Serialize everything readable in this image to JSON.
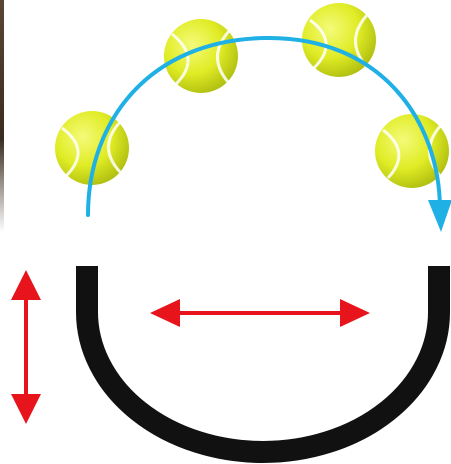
{
  "diagram": {
    "background": "#ffffff",
    "edge_color": "#4a3828",
    "colors": {
      "ball_fill": "#e3ef2a",
      "ball_shade": "#b9c914",
      "ball_seam": "#ffffff",
      "trajectory": "#1fb0e6",
      "half_pipe": "#111111",
      "arrows": "#e8141b"
    },
    "elements": {
      "balls": [
        "tennis-ball",
        "tennis-ball",
        "tennis-ball",
        "tennis-ball"
      ],
      "trajectory": "curved-arrow",
      "half_pipe": "u-shaped-track",
      "vertical_arrow": "double-headed-arrow",
      "horizontal_arrow": "double-headed-arrow"
    }
  }
}
